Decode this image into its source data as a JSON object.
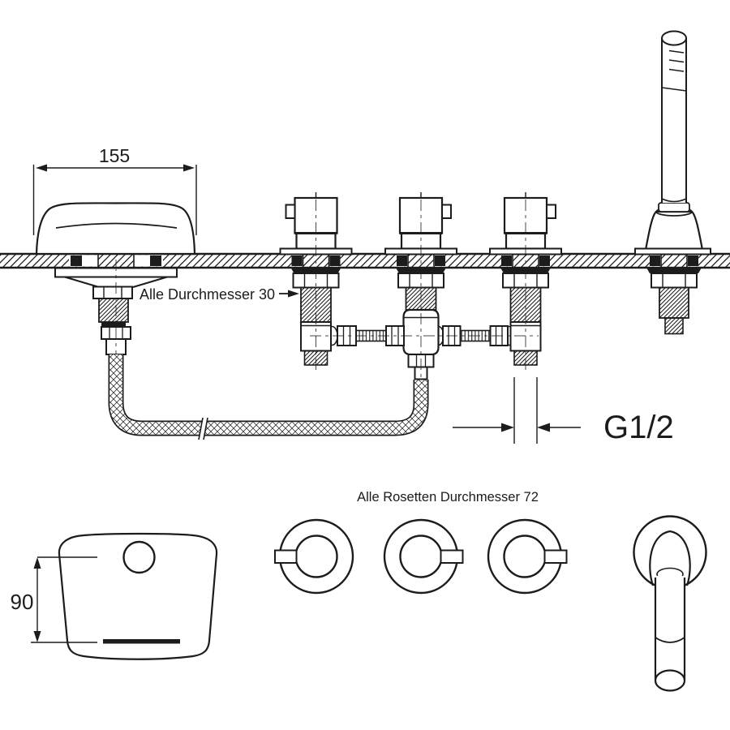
{
  "diagram": {
    "colors": {
      "background": "#ffffff",
      "line": "#1c1c1c"
    },
    "annotations": {
      "spout_width": "155",
      "spout_depth": "90",
      "shank_note": "Alle Durchmesser 30",
      "rosette_note": "Alle Rosetten Durchmesser 72",
      "thread_size": "G1/2"
    }
  }
}
